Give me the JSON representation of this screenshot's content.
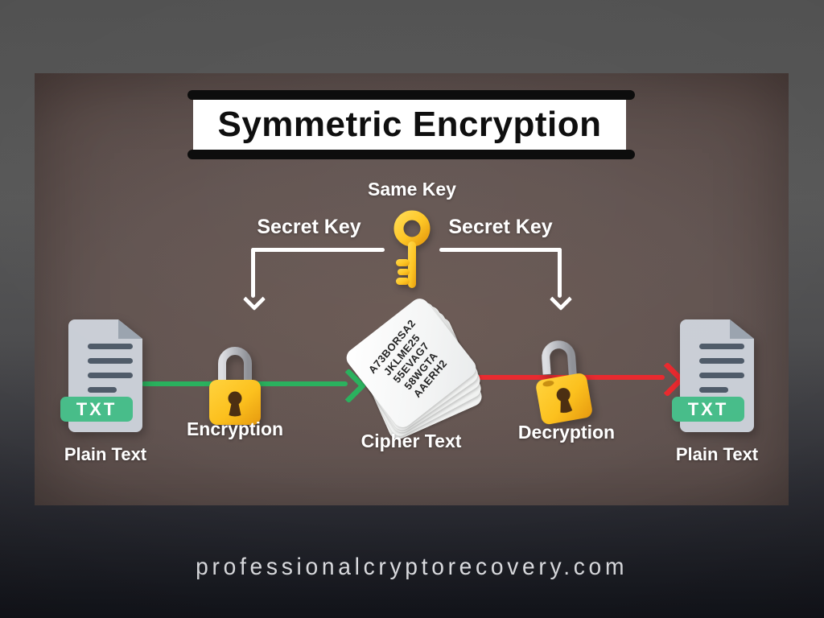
{
  "title": {
    "text": "Symmetric Encryption"
  },
  "key_section": {
    "same_key": "Same Key",
    "secret_key_left": "Secret Key",
    "secret_key_right": "Secret Key",
    "key_icon": "gold-key-icon"
  },
  "flow": {
    "files": {
      "left": {
        "badge": "TXT",
        "label": "Plain Text"
      },
      "right": {
        "badge": "TXT",
        "label": "Plain Text"
      }
    },
    "steps": {
      "encryption": "Encryption",
      "decryption": "Decryption"
    },
    "cipher": {
      "label": "Cipher Text",
      "lines": [
        "A73BORSA2",
        "JKLME25",
        "55EVAG7",
        "58WGTA",
        "AAERH2"
      ]
    },
    "icons": {
      "encryption": "padlock-closed-icon",
      "decryption": "padlock-open-icon",
      "plain_text": "txt-file-icon"
    }
  },
  "footer": {
    "website": "professionalcryptorecovery.com"
  },
  "colors": {
    "panel_brown": "#615350",
    "outer_gray_top": "#565656",
    "outer_dark_bottom": "#14161d",
    "title_bar_black": "#0d0d0d",
    "green_arrow": "#28b05c",
    "red_arrow": "#e8282d",
    "gold": "#fdc41f",
    "shackle_silver": "#b9bcc2",
    "badge_green": "#47bd89",
    "file_gray": "#c9ced6",
    "white": "#ffffff"
  }
}
